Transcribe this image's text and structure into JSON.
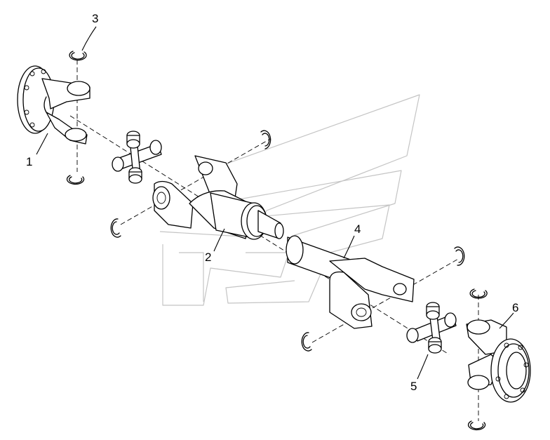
{
  "callouts": [
    {
      "id": "c1",
      "label": "1"
    },
    {
      "id": "c2",
      "label": "2"
    },
    {
      "id": "c3",
      "label": "3"
    },
    {
      "id": "c4",
      "label": "4"
    },
    {
      "id": "c5",
      "label": "5"
    },
    {
      "id": "c6",
      "label": "6"
    }
  ],
  "colors": {
    "line": "#000000",
    "watermark": "#c4c4c4",
    "background": "#ffffff"
  }
}
